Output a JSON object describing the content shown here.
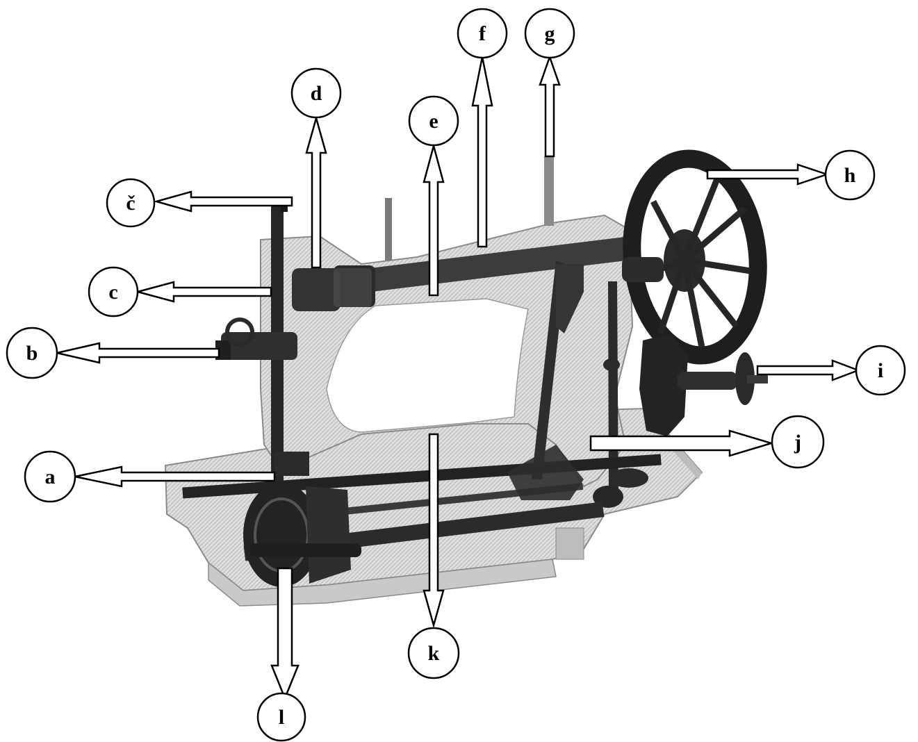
{
  "diagram": {
    "colors": {
      "ink": "#000000",
      "metal": "#1c1c1c",
      "metal_mid": "#4a4a4a",
      "casting": "#dcdcdc",
      "casting_shade": "#c4c4c4",
      "base": "#d2d2d2",
      "background": "#ffffff"
    },
    "labels": {
      "a": "a",
      "b": "b",
      "c": "c",
      "cc": "č",
      "d": "d",
      "e": "e",
      "f": "f",
      "g": "g",
      "h": "h",
      "i": "i",
      "j": "j",
      "k": "k",
      "l": "l"
    }
  }
}
